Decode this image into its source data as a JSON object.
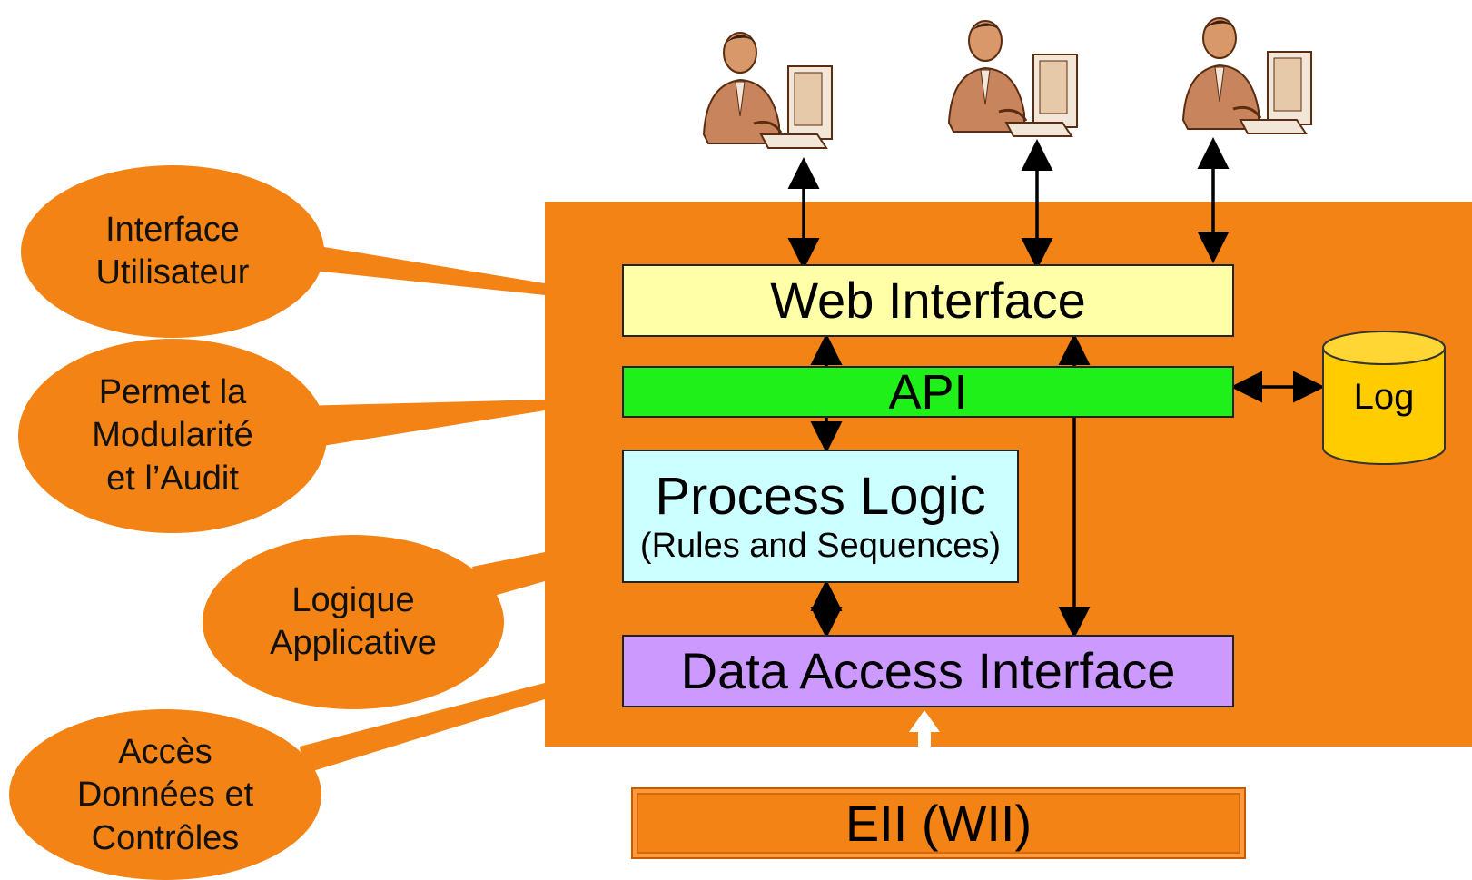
{
  "colors": {
    "panel": "#f28314",
    "bubble": "#f28314",
    "web_interface": "#ffffa8",
    "api": "#1ff01a",
    "process_logic": "#ccffff",
    "data_access": "#cc99ff",
    "eii": "#f28314",
    "log_cylinder": "#ffcc00",
    "arrow": "#000000",
    "white_arrow": "#ffffff"
  },
  "layers": {
    "web_interface": "Web Interface",
    "api": "API",
    "process_logic_title": "Process Logic",
    "process_logic_subtitle": "(Rules and Sequences)",
    "data_access": "Data Access Interface",
    "eii": "EII (WII)",
    "log": "Log"
  },
  "callouts": [
    {
      "lines": [
        "Interface",
        "Utilisateur"
      ]
    },
    {
      "lines": [
        "Permet la",
        "Modularité",
        "et l’Audit"
      ]
    },
    {
      "lines": [
        "Logique",
        "Applicative"
      ]
    },
    {
      "lines": [
        "Accès",
        "Données et",
        "Contrôles"
      ]
    }
  ],
  "users": [
    {
      "icon": "user-at-computer-icon"
    },
    {
      "icon": "user-at-computer-icon"
    },
    {
      "icon": "user-at-computer-icon"
    }
  ]
}
